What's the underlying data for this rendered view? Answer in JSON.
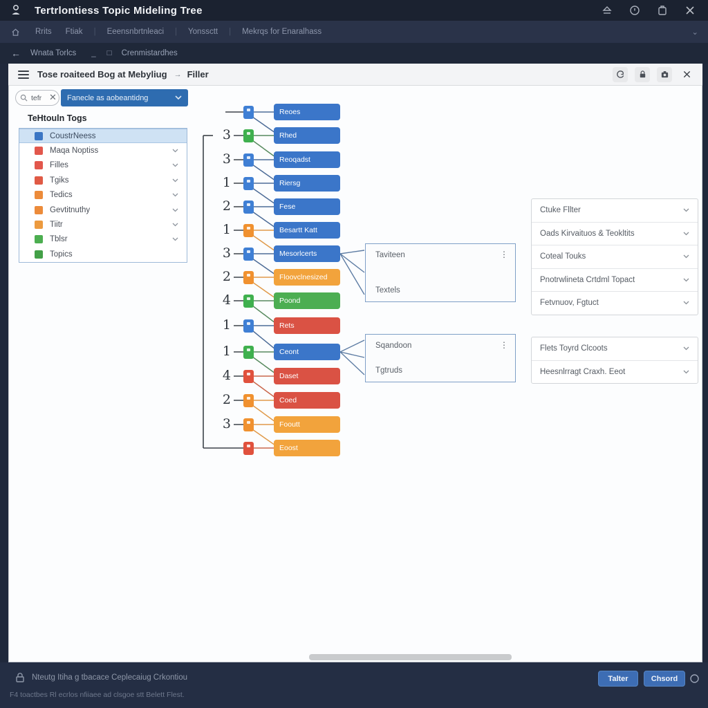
{
  "window": {
    "title": "Tertrlontiess Topic Mideling Tree",
    "icons": [
      "eject-icon",
      "clock-icon",
      "copy-icon",
      "close-icon"
    ]
  },
  "menubar": {
    "items": [
      "Rrits",
      "Ftiak",
      "Eeensnbrtnleaci",
      "Yonssctt",
      "Mekrqs for Enaralhass"
    ],
    "separators_after": [
      1,
      2,
      3
    ]
  },
  "tabbar": {
    "back_label": "Wnata Torlcs",
    "minimize_glyph": "_",
    "restore_glyph": "□",
    "secondary_label": "Crenmistardhes"
  },
  "dialog": {
    "title": "Tose roaiteed Bog at Mebyliug",
    "title_arrow": "→",
    "title_suffix": "Filler",
    "header_icons": [
      "refresh-icon",
      "lock-icon",
      "camera-icon",
      "close-icon"
    ]
  },
  "sidebar": {
    "search_value": "tefr",
    "filter_dropdown_value": "Fanecle as aobeantidng",
    "heading": "TeHtouln Togs",
    "items": [
      {
        "label": "CoustrNeess",
        "icon_color": "#3b76c4",
        "selected": true,
        "chevron": false
      },
      {
        "label": "Maqa Noptiss",
        "icon_color": "#e2574c",
        "selected": false,
        "chevron": true
      },
      {
        "label": "Filles",
        "icon_color": "#e2574c",
        "selected": false,
        "chevron": true
      },
      {
        "label": "Tgiks",
        "icon_color": "#e05a45",
        "selected": false,
        "chevron": true
      },
      {
        "label": "Tedics",
        "icon_color": "#ec8b3a",
        "selected": false,
        "chevron": true
      },
      {
        "label": "Gevtitnuthy",
        "icon_color": "#ec8b3a",
        "selected": false,
        "chevron": true
      },
      {
        "label": "Tiitr",
        "icon_color": "#ec9a3f",
        "selected": false,
        "chevron": true
      },
      {
        "label": "Tblsr",
        "icon_color": "#4cae50",
        "selected": false,
        "chevron": true
      },
      {
        "label": "Topics",
        "icon_color": "#43a047",
        "selected": false,
        "chevron": false
      }
    ]
  },
  "tree": {
    "rows": [
      {
        "num": "",
        "node": "blue",
        "box": "blue",
        "label": "Reoes"
      },
      {
        "num": "3",
        "node": "green",
        "box": "blue",
        "label": "Rhed"
      },
      {
        "num": "3",
        "node": "blue",
        "box": "blue",
        "label": "Reoqadst"
      },
      {
        "num": "1",
        "node": "blue",
        "box": "blue",
        "label": "Riersg"
      },
      {
        "num": "2",
        "node": "blue",
        "box": "blue",
        "label": "Fese"
      },
      {
        "num": "1",
        "node": "orange",
        "box": "blue",
        "label": "Besartt Katt"
      },
      {
        "num": "3",
        "node": "blue",
        "box": "blue",
        "label": "Mesorlcerts",
        "links_to_panel": 0
      },
      {
        "num": "2",
        "node": "orange",
        "box": "orange",
        "label": "Floovclnesized"
      },
      {
        "num": "4",
        "node": "green",
        "box": "green",
        "label": "Poond"
      },
      {
        "num": "1",
        "node": "blue",
        "box": "red",
        "label": "Rets"
      },
      {
        "num": "1",
        "node": "green",
        "box": "blue",
        "label": "Ceont",
        "links_to_panel": 1
      },
      {
        "num": "4",
        "node": "red",
        "box": "red",
        "label": "Daset"
      },
      {
        "num": "2",
        "node": "orange",
        "box": "red",
        "label": "Coed"
      },
      {
        "num": "3",
        "node": "orange",
        "box": "orange",
        "label": "Fooutt"
      },
      {
        "num": "",
        "node": "red",
        "box": "orange",
        "label": "Eoost"
      }
    ]
  },
  "panels": [
    {
      "title": "Taviteen",
      "subtitle": "Textels",
      "menu_icon": "kebab-icon"
    },
    {
      "title": "Sqandoon",
      "subtitle": "Tgtruds",
      "menu_icon": "kebab-icon"
    }
  ],
  "right_panel": {
    "group1": [
      "Ctuke Fllter",
      "Oads Kirvaituos & Teokltits",
      "Coteal Touks",
      "Pnotrwlineta Crtdml Topact",
      "Fetvnuov, Fgtuct"
    ],
    "group2": [
      "Flets Toyrd Clcoots",
      "Heesnlrragt Craxh. Eeot"
    ]
  },
  "statusbar": {
    "line1": "Nteutg Itiha g tbacace Ceplecaiug Crkontiou",
    "line2": "F4 toactbes Rl ecrlos nfiiaee ad clsgoe stt Belett Flest.",
    "buttons": [
      "Talter",
      "Chsord"
    ]
  },
  "colors": {
    "box": {
      "blue": "#3b76c9",
      "orange": "#f2a33c",
      "green": "#4cae52",
      "red": "#da5244"
    },
    "node": {
      "blue": "#3f7fd4",
      "orange": "#f0912f",
      "green": "#3fb04e",
      "red": "#e0513d"
    },
    "line": {
      "blue": "#4d6c97",
      "orange": "#e09a4a",
      "green": "#578a5e",
      "red": "#c9664b"
    },
    "accent_blue": "#2e6cb0",
    "selected_row": "#cfe2f4",
    "bracket": "#3c4248"
  }
}
